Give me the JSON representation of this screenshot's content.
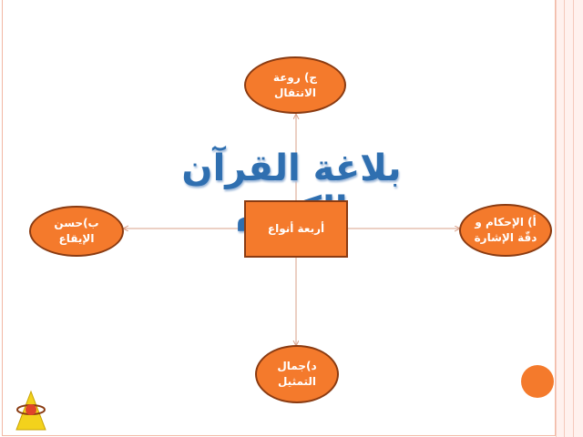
{
  "title": "بلاغة القرآن الكريم",
  "center": {
    "label": "أربعة أنواع"
  },
  "branches": {
    "top": {
      "label": "ج) روعة\nالانتقال"
    },
    "right": {
      "label": "أ) الإحكام و\nدقّة الإشارة"
    },
    "left": {
      "label": "ب)حسن\nالإيقاع"
    },
    "bottom": {
      "label": "د)جمال\nالتمثيل"
    }
  },
  "colors": {
    "node_fill": "#f47a2c",
    "node_border": "#8a3b12",
    "title": "#2f6fb0",
    "connector": "#d9a089"
  }
}
